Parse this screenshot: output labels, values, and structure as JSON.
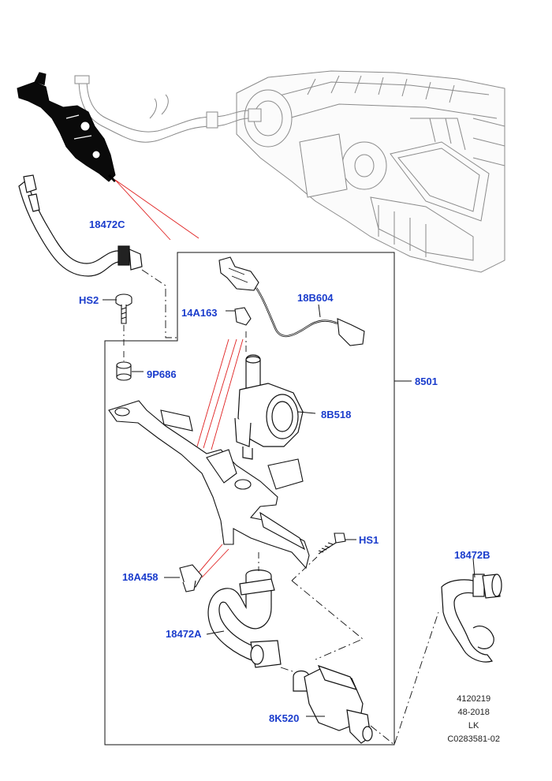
{
  "diagram": {
    "callouts": {
      "hose_top": "18472C",
      "screw_hs2": "HS2",
      "sensor": "14A163",
      "harness": "18B604",
      "assembly": "8501",
      "grommet": "9P686",
      "pump": "8B518",
      "screw_hs1": "HS1",
      "clip": "18A458",
      "hose_lower": "18472A",
      "hose_right": "18472B",
      "valve": "8K520"
    },
    "reference": {
      "line1": "4120219",
      "line2": "48-2018",
      "line3": "LK",
      "line4": "C0283581-02"
    },
    "colors": {
      "callout_text": "#1a3ccc",
      "line_art": "#111111",
      "leader_red": "#e02020",
      "background": "#ffffff"
    }
  }
}
